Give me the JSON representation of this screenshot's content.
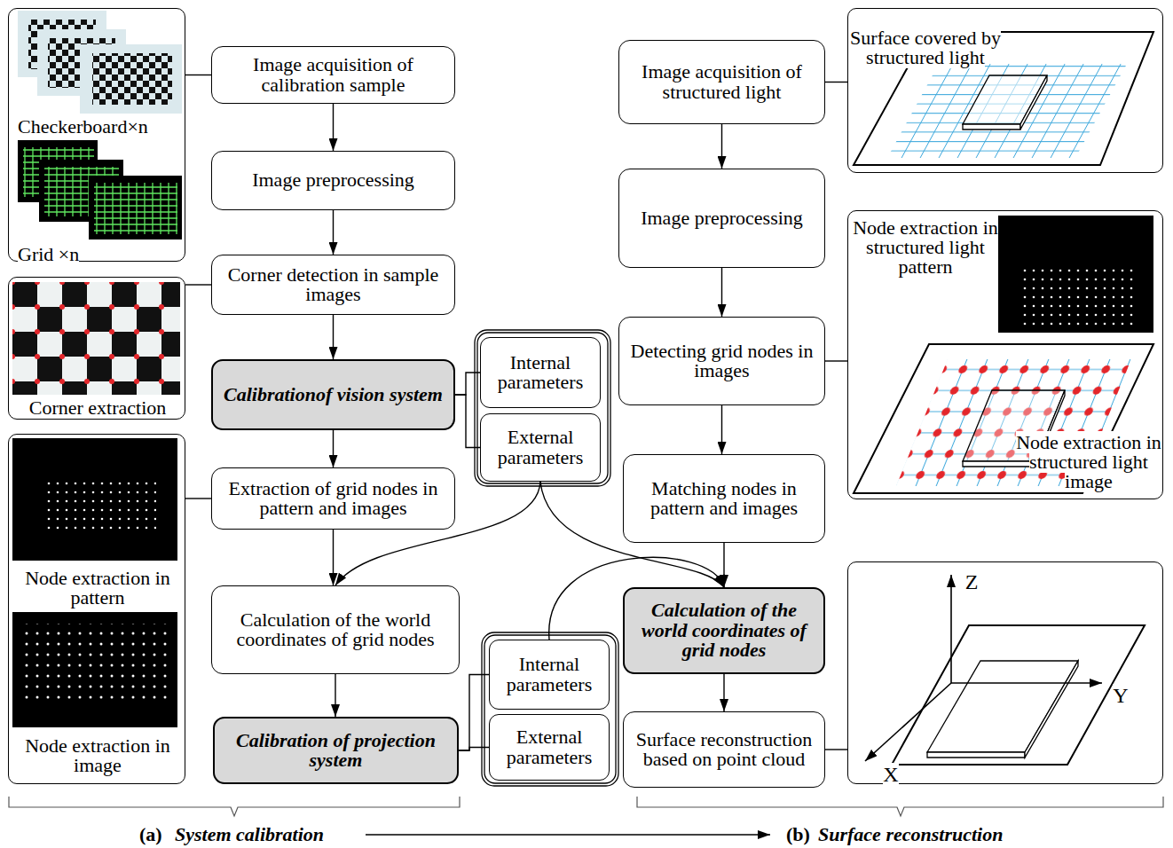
{
  "diagram": {
    "nodes": [
      {
        "text": [
          "Checkerboard×n",
          "Grid ×n"
        ]
      },
      {
        "text": [
          "Image acquisition of calibration sample"
        ]
      },
      {
        "text": [
          "Image preprocessing"
        ]
      },
      {
        "text": [
          "Corner detection in sample images"
        ]
      },
      {
        "text": [
          "Corner extraction"
        ]
      },
      {
        "text": [
          "Calibrationof vision system"
        ]
      },
      {
        "text": [
          "Internal parameters"
        ]
      },
      {
        "text": [
          "External parameters"
        ]
      },
      {
        "text": [
          "Extraction of grid nodes in pattern and images"
        ]
      },
      {
        "text": [
          "Node extraction in pattern",
          "Node extraction in image"
        ]
      },
      {
        "text": [
          "Calculation of the world coordinates of grid nodes"
        ]
      },
      {
        "text": [
          "Calibration of projection system"
        ]
      },
      {
        "text": [
          "Internal parameters"
        ]
      },
      {
        "text": [
          "External parameters"
        ]
      },
      {
        "text": [
          "Image acquisition of structured light"
        ]
      },
      {
        "text": [
          "Surface covered by structured light"
        ]
      },
      {
        "text": [
          "Image preprocessing"
        ]
      },
      {
        "text": [
          "Detecting grid nodes in images"
        ]
      },
      {
        "text": [
          "Node extraction in structured light pattern",
          "Node extraction in structured light image"
        ]
      },
      {
        "text": [
          "Matching nodes in pattern and images"
        ]
      },
      {
        "text": [
          "Calculation of the world coordinates of grid nodes"
        ]
      },
      {
        "text": [
          "Surface reconstruction based on point cloud"
        ]
      },
      {
        "text": [
          "Z",
          "Y",
          "X"
        ]
      }
    ],
    "edges": [
      {
        "from": 0,
        "to": 1,
        "arrow": "none"
      },
      {
        "from": 1,
        "to": 2,
        "arrow": "to"
      },
      {
        "from": 2,
        "to": 3,
        "arrow": "to"
      },
      {
        "from": 4,
        "to": 3,
        "arrow": "none"
      },
      {
        "from": 3,
        "to": 5,
        "arrow": "to"
      },
      {
        "from": 5,
        "to": 6,
        "arrow": "none"
      },
      {
        "from": 5,
        "to": 7,
        "arrow": "none"
      },
      {
        "from": 5,
        "to": 8,
        "arrow": "to"
      },
      {
        "from": 9,
        "to": 8,
        "arrow": "none"
      },
      {
        "from": 8,
        "to": 10,
        "arrow": "to"
      },
      {
        "from": 7,
        "to": 10,
        "arrow": "to"
      },
      {
        "from": 7,
        "to": 20,
        "arrow": "to"
      },
      {
        "from": 10,
        "to": 11,
        "arrow": "to"
      },
      {
        "from": 11,
        "to": 12,
        "arrow": "none"
      },
      {
        "from": 11,
        "to": 13,
        "arrow": "none"
      },
      {
        "from": 12,
        "to": 20,
        "arrow": "to"
      },
      {
        "from": 14,
        "to": 15,
        "arrow": "none"
      },
      {
        "from": 14,
        "to": 16,
        "arrow": "to"
      },
      {
        "from": 16,
        "to": 17,
        "arrow": "to"
      },
      {
        "from": 17,
        "to": 18,
        "arrow": "none"
      },
      {
        "from": 17,
        "to": 19,
        "arrow": "to"
      },
      {
        "from": 19,
        "to": 20,
        "arrow": "to"
      },
      {
        "from": 20,
        "to": 21,
        "arrow": "to"
      },
      {
        "from": 21,
        "to": 22,
        "arrow": "none"
      }
    ],
    "labels": [
      "(a)",
      "System calibration",
      "(b)",
      "Surface reconstruction"
    ]
  }
}
